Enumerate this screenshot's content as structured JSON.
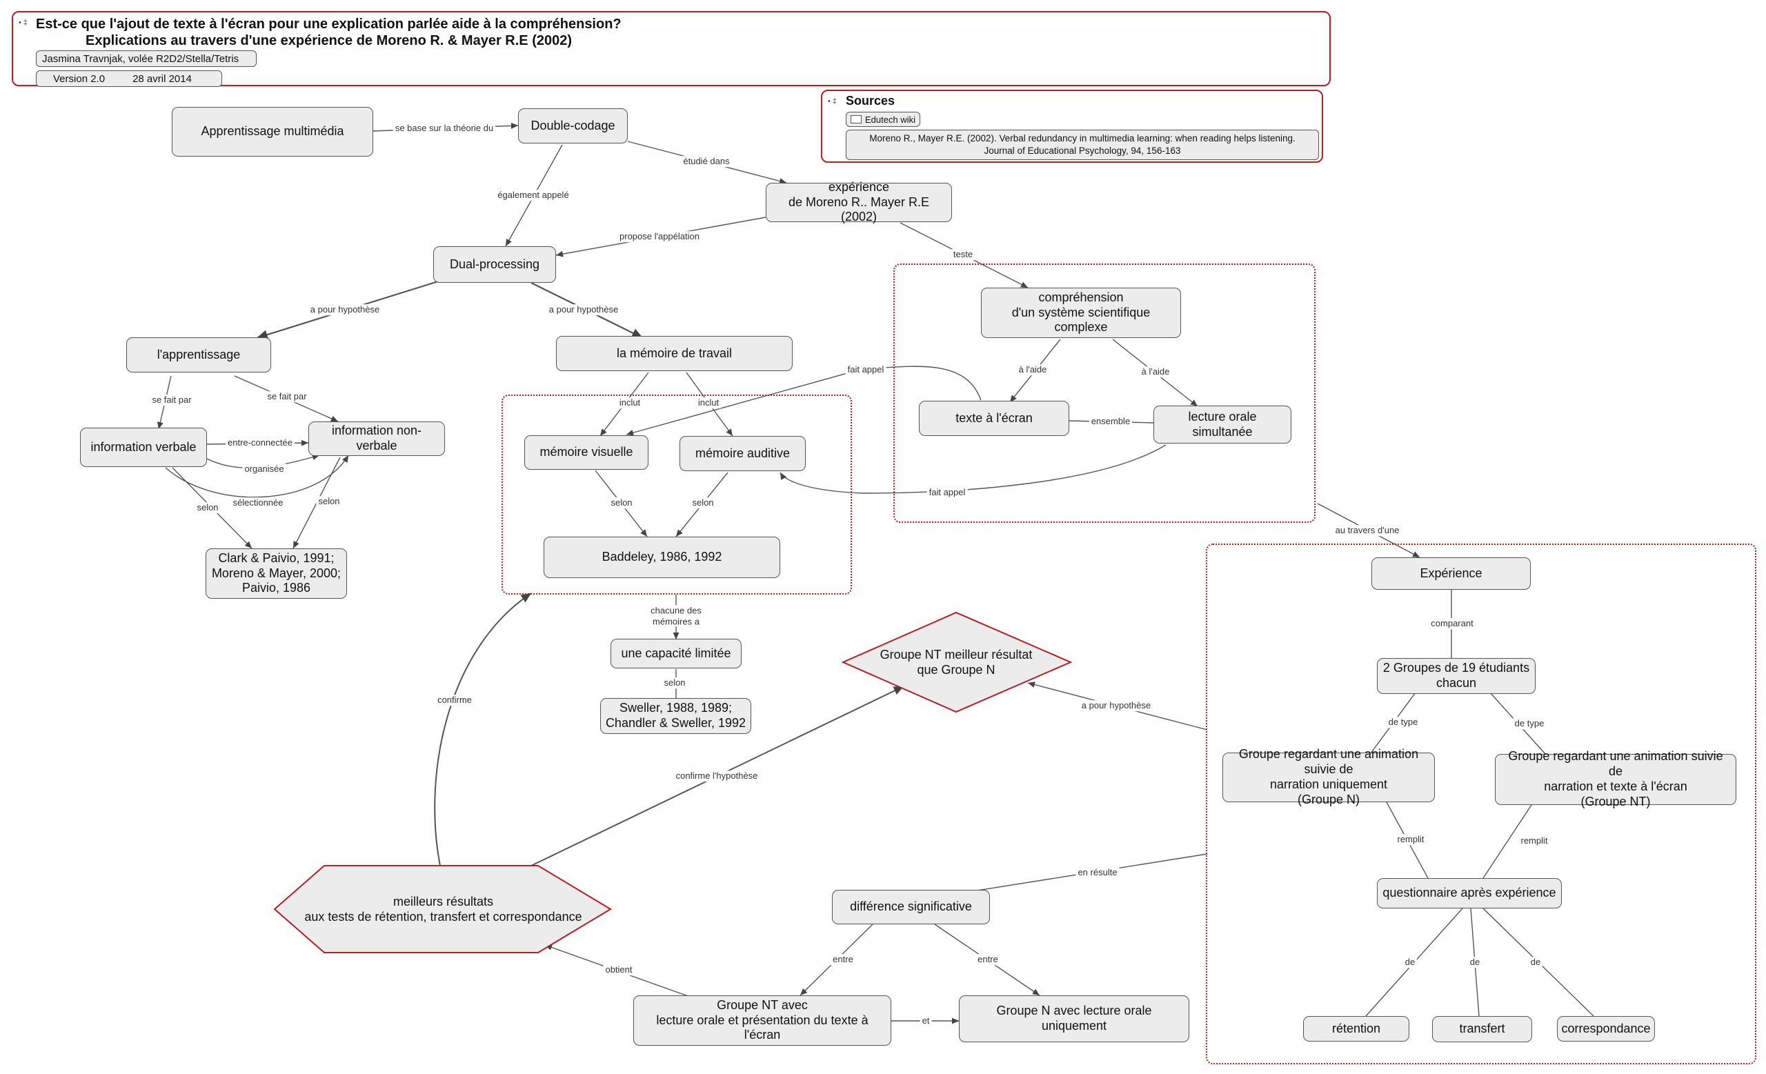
{
  "header": {
    "title_line1": "Est-ce que l'ajout de texte à l'écran pour une explication parlée aide à la compréhension?",
    "title_line2": "Explications au travers d'une expérience de Moreno R. & Mayer R.E (2002)",
    "author": "Jasmina Travnjak, volée R2D2/Stella/Tetris",
    "version": "Version 2.0",
    "date": "28 avril 2014",
    "collapse_marker": "• ‡"
  },
  "sources": {
    "title": "Sources",
    "collapse_marker": "• ‡",
    "link_label": "Edutech wiki",
    "reference": "Moreno R., Mayer R.E. (2002). Verbal redundancy in multimedia learning: when reading helps listening.\nJournal of Educational Psychology, 94, 156-163"
  },
  "nodes": {
    "apprentissage_multimedia": "Apprentissage multimédia",
    "double_codage": "Double-codage",
    "experience_moreno": "expérience\nde Moreno R.. Mayer R.E (2002)",
    "dual_processing": "Dual-processing",
    "apprentissage": "l'apprentissage",
    "memoire_travail": "la mémoire de travail",
    "comprehension": "compréhension\nd'un système scientifique complexe",
    "texte_ecran": "texte à l'écran",
    "lecture_orale": "lecture orale simultanée",
    "info_verbale": "information verbale",
    "info_non_verbale": "information non-verbale",
    "memoire_visuelle": "mémoire visuelle",
    "memoire_auditive": "mémoire auditive",
    "baddeley": "Baddeley, 1986, 1992",
    "clark": "Clark & Paivio, 1991;\nMoreno & Mayer, 2000;\nPaivio, 1986",
    "capacite": "une capacité limitée",
    "sweller": "Sweller, 1988, 1989;\nChandler & Sweller, 1992",
    "groupe_nt_meilleur": "Groupe NT meilleur résultat\nque Groupe N",
    "experience": "Expérience",
    "deux_groupes": "2 Groupes de 19 étudiants\nchacun",
    "groupe_n": "Groupe regardant une animation suivie de\nnarration uniquement\n(Groupe N)",
    "groupe_nt": "Groupe regardant une animation suivie de\nnarration et texte à l'écran\n(Groupe NT)",
    "questionnaire": "questionnaire après expérience",
    "retention": "rétention",
    "transfert": "transfert",
    "correspondance": "correspondance",
    "meilleurs_resultats": "meilleurs résultats\naux tests de rétention, transfert et correspondance",
    "difference": "différence significative",
    "groupe_nt_avec": "Groupe NT avec\nlecture orale et présentation du texte à l'écran",
    "groupe_n_avec": "Groupe N avec lecture orale uniquement"
  },
  "edge_labels": {
    "se_base": "se base sur la théorie du",
    "etudie_dans": "étudié dans",
    "egalement_appele": "également appelé",
    "propose": "propose l'appélation",
    "teste": "teste",
    "hyp1": "a pour hypothèse",
    "hyp2": "a pour hypothèse",
    "fait_appel1": "fait appel",
    "fait_appel2": "fait appel",
    "a_laide1": "à l'aide",
    "a_laide2": "à l'aide",
    "ensemble": "ensemble",
    "se_fait_par1": "se fait par",
    "se_fait_par2": "se fait par",
    "entre_connectee": "entre-connectée",
    "organisee": "organisée",
    "selectionnee": "sélectionnée",
    "selon1": "selon",
    "selon2": "selon",
    "inclut1": "inclut",
    "inclut2": "inclut",
    "selon3": "selon",
    "selon4": "selon",
    "chacune": "chacune des\nmémoires a",
    "selon5": "selon",
    "au_travers": "au travers d'une",
    "comparant": "comparant",
    "de_type1": "de type",
    "de_type2": "de type",
    "remplit1": "remplit",
    "remplit2": "remplit",
    "de1": "de",
    "de2": "de",
    "de3": "de",
    "hyp3": "a pour hypothèse",
    "en_resulte": "en résulte",
    "confirme_hyp": "confirme l'hypothèse",
    "confirme": "confirme",
    "entre1": "entre",
    "entre2": "entre",
    "obtient": "obtient",
    "et": "et"
  },
  "colors": {
    "accent_red": "#b21f24",
    "node_fill": "#ececec",
    "node_border": "#555555",
    "edge": "#444444"
  }
}
